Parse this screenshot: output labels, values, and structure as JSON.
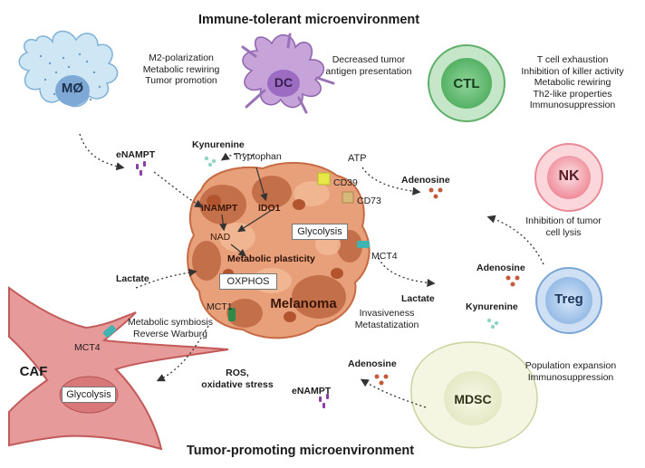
{
  "headers": {
    "top": "Immune-tolerant microenvironment",
    "bottom": "Tumor-promoting microenvironment"
  },
  "cells": {
    "macrophage": "MØ",
    "dc": "DC",
    "ctl": "CTL",
    "nk": "NK",
    "treg": "Treg",
    "mdsc": "MDSC",
    "caf": "CAF",
    "melanoma": "Melanoma"
  },
  "desc": {
    "macrophage": [
      "M2-polarization",
      "Metabolic rewiring",
      "Tumor promotion"
    ],
    "dc": [
      "Decreased tumor",
      "antigen presentation"
    ],
    "ctl": [
      "T cell exhaustion",
      "Inhibition of killer activity",
      "Metabolic rewiring",
      "Th2-like properties",
      "Immunosuppression"
    ],
    "nk": [
      "Inhibition of tumor",
      "cell lysis"
    ],
    "mdsc": [
      "Population expansion",
      "Immunosuppression"
    ],
    "symbiosis": [
      "Metabolic symbiosis",
      "Reverse Warburg"
    ],
    "invasion": [
      "Invasiveness",
      "Metastatization"
    ]
  },
  "metabolites": {
    "enampt_top": "eNAMPT",
    "kynurenine_top": "Kynurenine",
    "tryptophan": "Tryptophan",
    "atp": "ATP",
    "adenosine_top": "Adenosine",
    "adenosine_right": "Adenosine",
    "kynurenine_right": "Kynurenine",
    "lactate_right": "Lactate",
    "lactate_left": "Lactate",
    "ros": [
      "ROS,",
      "oxidative stress"
    ],
    "adenosine_bottom": "Adenosine",
    "enampt_bottom": "eNAMPT"
  },
  "receptors": {
    "cd39": "CD39",
    "cd73": "CD73",
    "mct4_tumor": "MCT4",
    "mct1": "MCT1",
    "mct4_caf": "MCT4"
  },
  "tumor": {
    "inampt": "iNAMPT",
    "ido1": "IDO1",
    "nad": "NAD",
    "plasticity": "Metabolic plasticity"
  },
  "boxes": {
    "glycolysis_tumor": "Glycolysis",
    "oxphos": "OXPHOS",
    "glycolysis_caf": "Glycolysis"
  },
  "colors": {
    "melanoma": "#e8a07a",
    "caf": "#e69a9a",
    "macrophage": "#cfe6f5",
    "dendritic_cell": "#c6a3d9",
    "ctl": "#5fb06b",
    "nk": "#f08a98",
    "treg": "#8fb7e4",
    "mdsc": "#e3e8c2"
  }
}
